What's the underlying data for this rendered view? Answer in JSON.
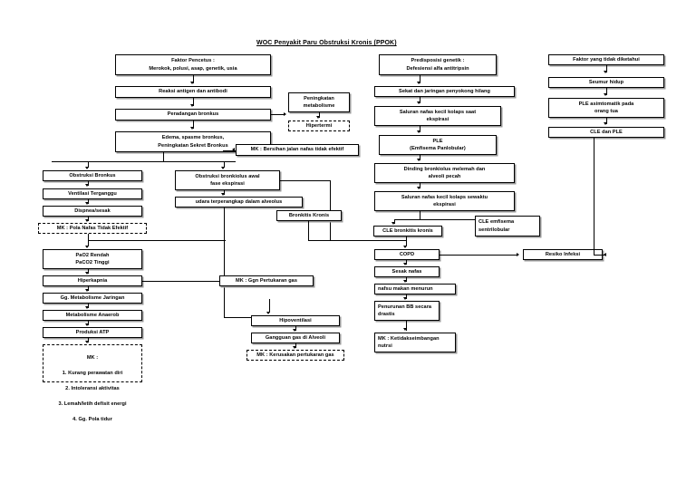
{
  "title": "WOC Penyakit Paru Obstruksi Kronis (PPOK)",
  "nodes": {
    "faktor_pencetus": "Faktor Pencetus :\nMerokok, polusi, asap, genetik, usia",
    "reaksi_antigen": "Reaksi antigen dan antibodi",
    "peradangan_bronkus": "Peradangan bronkus",
    "edema_spasme": "Edema, spasme bronkus,\nPeningkatan Sekret Bronkus",
    "peningkatan_metabolisme": "Peningkatan\nmetabolisme",
    "hipertermi": "Hipertermi",
    "mk_bersihan": "MK : Bersihan jalan nafas tidak efektif",
    "obstruksi_bronkus": "Obstruksi Bronkus",
    "ventilasi_terganggu": "Ventilasi Terganggu",
    "dispnea": "Dispnea/sesak",
    "mk_pola_nafas": "MK : Pola Nafas Tidak Efektif",
    "obstruksi_bronkiolus": "Obstruksi bronkiolus awal\nfase ekspirasi",
    "udara_terperangkap": "udara terperangkap dalam alveolus",
    "bronkitis_kronis": "Bronkitis Kronis",
    "pao2_paco2": "PaO2 Rendah\nPaCO2 Tinggi",
    "hiperkapnia": "Hiperkapnia",
    "gg_metabolisme": "Gg. Metabolisme Jaringan",
    "metabolisme_anaerob": "Metabolisme Anaerob",
    "produksi_atp": "Produksi ATP",
    "mk_list_head": "MK :",
    "mk_list": [
      "1. Kurang perawatan diri",
      "2. Intoleransi aktivitas",
      "3. Lemah/letih defisit energi",
      "4. Gg. Pola tidur"
    ],
    "mk_ggn_pertukaran": "MK : Ggn Pertukaran gas",
    "hipoventilasi": "Hipoventilasi",
    "gangguan_gas_alveoli": "Gangguan gas di Alveoli",
    "mk_kerusakan_pertukaran": "MK : Kerusakan pertukaran gas",
    "predisposisi_genetik": "Predisposisi genetik :\nDefesiensi alfa antitripsin",
    "sekat_jaringan": "Sekat dan jaringan penyokong hilang",
    "saluran_kolaps_saat": "Saluran nafas kecil kolaps saat\nekspirasi",
    "ple": "PLE\n(Emfisema Panlobular)",
    "dinding_bronkiolus": "Dinding bronkiolus melemah dan\nalveoli pecah",
    "saluran_kolaps_sewaktu": "Saluran nafas kecil kolaps sewaktu\nekspirasi",
    "cle_bronkitis": "CLE bronkitis kronis",
    "cle_emfisema": "CLE emfisema\nsentrilobular",
    "copd": "COPD",
    "sesak_nafas": "Sesak nafas",
    "nafsu_makan": "nafsu makan menurun",
    "penurunan_bb": "Penurunan BB secara\ndrastis",
    "mk_ketidakseimbangan": "MK : Ketidakseimbangan\nnutrsi",
    "resiko_infeksi": "Resiko Infeksi",
    "faktor_tidak_diketahui": "Faktor yang tidak diketahui",
    "seumur_hidup": "Seumur hidup",
    "ple_asimtomatik": "PLE asimtomatik pada\norang tua",
    "cle_dan_ple": "CLE dan PLE"
  },
  "colors": {
    "line": "#000000",
    "box_border": "#000000",
    "box_fill": "#ffffff",
    "shadow": "#9a9a9a",
    "text": "#000000"
  }
}
